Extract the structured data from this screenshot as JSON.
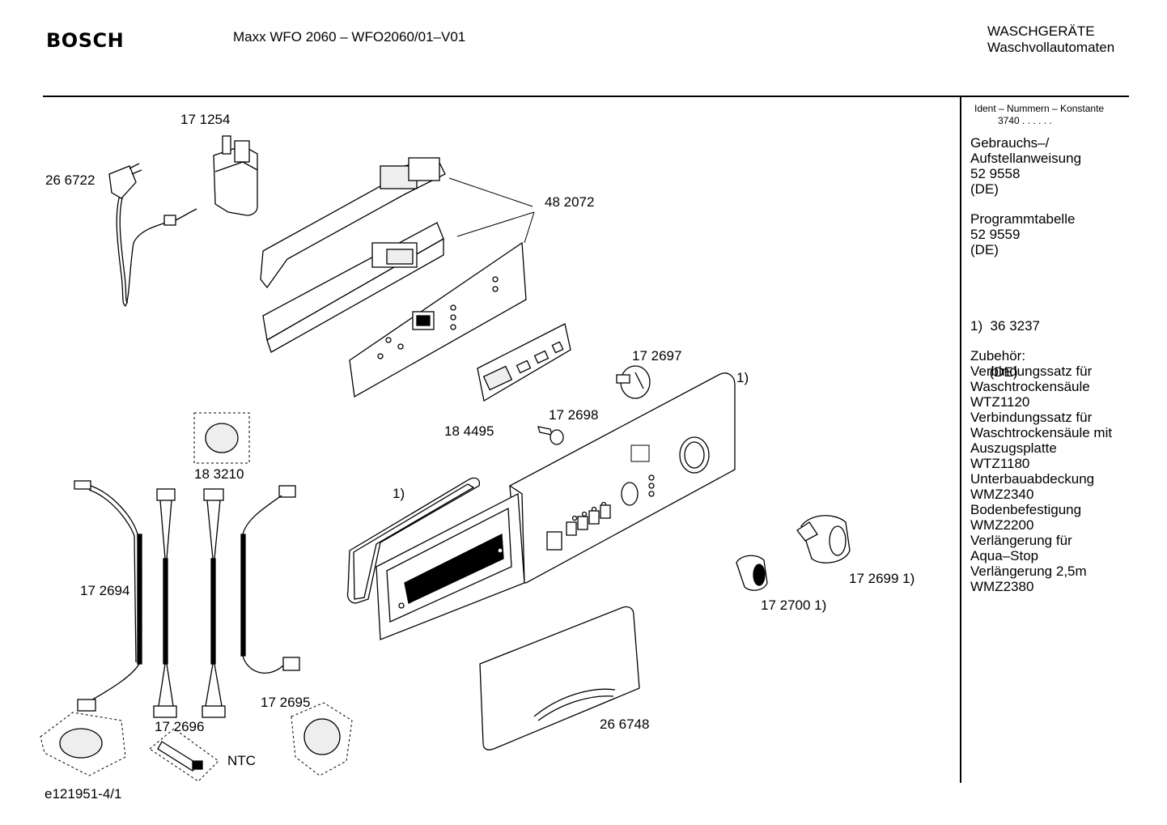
{
  "header": {
    "brand": "BOSCH",
    "model": "Maxx WFO 2060 – WFO2060/01–V01",
    "category_line1": "WASCHGERÄTE",
    "category_line2": "Waschvollautomaten"
  },
  "sidebar": {
    "ident_label": "Ident – Nummern – Konstante",
    "ident_value": "3740  .  .     .  .  .  .",
    "blocks": [
      {
        "lines": [
          "Gebrauchs–/",
          "Aufstellanweisung",
          "52 9558",
          "(DE)"
        ]
      },
      {
        "lines": [
          "Programmtabelle",
          "52 9559",
          "(DE)"
        ]
      },
      {
        "lines": [
          "1)  36 3237",
          "     (DE)"
        ]
      },
      {
        "lines": [
          "Zubehör:",
          "Verbindungssatz für",
          "Waschtrockensäule",
          "WTZ1120",
          "Verbindungssatz für",
          "Waschtrockensäule mit",
          "Auszugsplatte",
          "WTZ1180",
          "Unterbauabdeckung",
          "WMZ2340",
          "Bodenbefestigung",
          "WMZ2200",
          "Verlängerung für",
          "Aqua–Stop",
          "Verlängerung 2,5m",
          "WMZ2380"
        ]
      }
    ]
  },
  "parts": {
    "p171254": "17 1254",
    "p266722": "26 6722",
    "p482072": "48 2072",
    "p172697": "17 2697",
    "note1_top": "1)",
    "p172698": "17 2698",
    "p184495": "18 4495",
    "p183210": "18 3210",
    "note1_left": "1)",
    "p172694": "17 2694",
    "p172699": "17 2699 1)",
    "p172700": "17 2700 1)",
    "p172695": "17 2695",
    "p172696": "17 2696",
    "p266748": "26 6748",
    "ntc": "NTC"
  },
  "footer": {
    "drawing_id": "e121951-4/1"
  }
}
